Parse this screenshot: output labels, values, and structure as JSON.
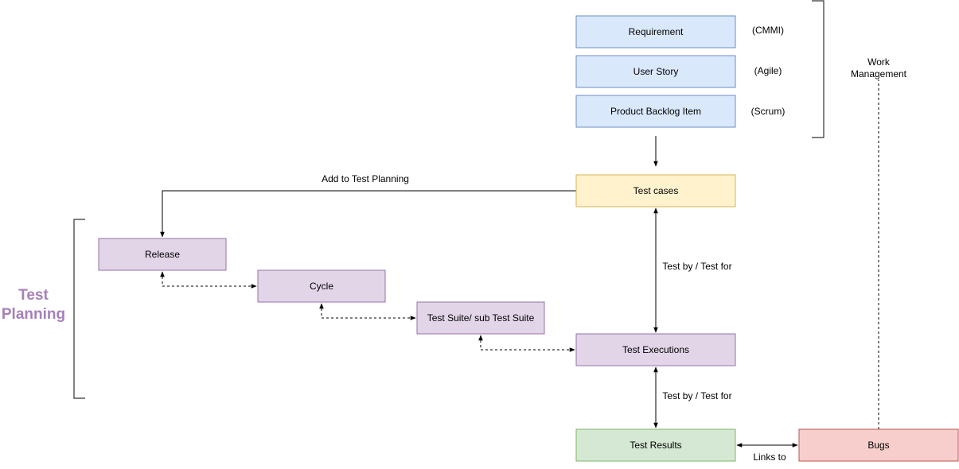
{
  "nodes": {
    "requirement": {
      "label": "Requirement",
      "fill": "#dae8fc",
      "stroke": "#6c8ebf"
    },
    "user_story": {
      "label": "User Story",
      "fill": "#dae8fc",
      "stroke": "#6c8ebf"
    },
    "pbi": {
      "label": "Product Backlog Item",
      "fill": "#dae8fc",
      "stroke": "#6c8ebf"
    },
    "test_cases": {
      "label": "Test cases",
      "fill": "#fff2cc",
      "stroke": "#d6b656"
    },
    "release": {
      "label": "Release",
      "fill": "#e1d5e7",
      "stroke": "#9673a6"
    },
    "cycle": {
      "label": "Cycle",
      "fill": "#e1d5e7",
      "stroke": "#9673a6"
    },
    "test_suite": {
      "label": "Test Suite/ sub Test Suite",
      "fill": "#e1d5e7",
      "stroke": "#9673a6"
    },
    "test_executions": {
      "label": "Test Executions",
      "fill": "#e1d5e7",
      "stroke": "#9673a6"
    },
    "test_results": {
      "label": "Test Results",
      "fill": "#d5e8d4",
      "stroke": "#82b366"
    },
    "bugs": {
      "label": "Bugs",
      "fill": "#f8cecc",
      "stroke": "#b85450"
    }
  },
  "annotations": {
    "cmmi": "(CMMI)",
    "agile": "(Agile)",
    "scrum": "(Scrum)",
    "work_management_line1": "Work",
    "work_management_line2": "Management",
    "add_to_test_planning": "Add to Test Planning",
    "test_by_for_1": "Test by / Test for",
    "test_by_for_2": "Test by / Test for",
    "links_to": "Links to",
    "test_planning_line1": "Test",
    "test_planning_line2": "Planning"
  },
  "colors": {
    "test_planning_text": "#a680b8",
    "line": "#000000",
    "bracket": "#333333"
  }
}
